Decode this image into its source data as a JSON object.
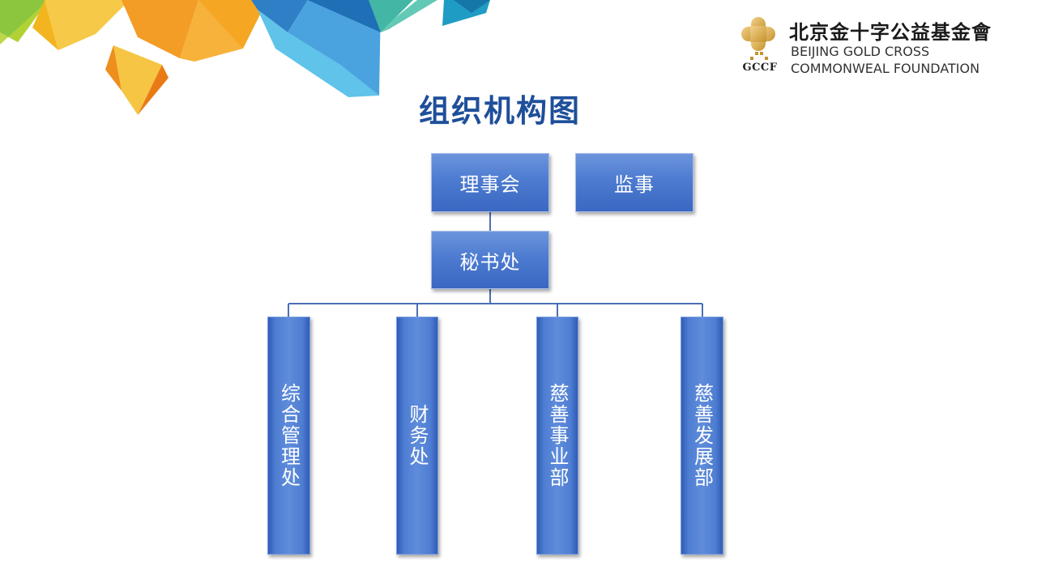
{
  "title": "组织机构图",
  "logo": {
    "abbr": "GCCF",
    "name_cn": "北京金十字公益基金會",
    "name_en_line1": "BEIJING GOLD CROSS",
    "name_en_line2": "COMMONWEAL FOUNDATION"
  },
  "org": {
    "council": "理事会",
    "supervisor": "监事",
    "secretariat": "秘书处",
    "departments": [
      "综合管理处",
      "财务处",
      "慈善事业部",
      "慈善发展部"
    ]
  },
  "colors": {
    "title": "#1f4f9a",
    "box_blue": "#4d7bd0",
    "connector": "#4a6fb5"
  }
}
